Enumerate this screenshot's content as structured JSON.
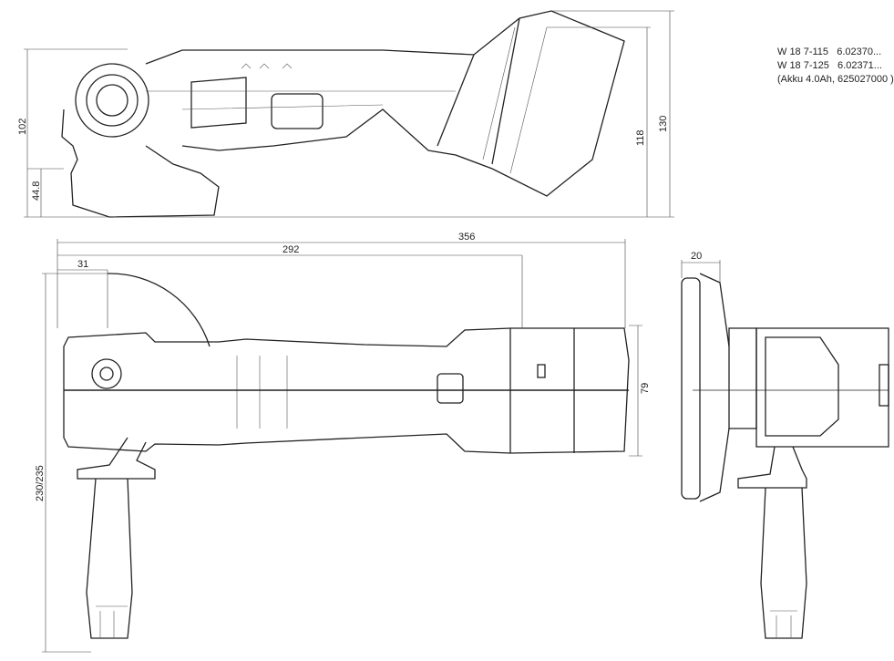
{
  "info": {
    "lines": [
      "W 18 7-115   6.02370...",
      "W 18 7-125   6.02371...",
      "(Akku 4.0Ah, 625027000 )"
    ]
  },
  "dimensions": {
    "top_height_body": "102",
    "top_spindle_height": "44.8",
    "top_height_battery": "118",
    "top_total_height": "130",
    "total_length": "356",
    "length_to_battery": "292",
    "spindle_offset": "31",
    "front_guard_depth": "20",
    "battery_width": "79",
    "handle_length": "230/235"
  }
}
